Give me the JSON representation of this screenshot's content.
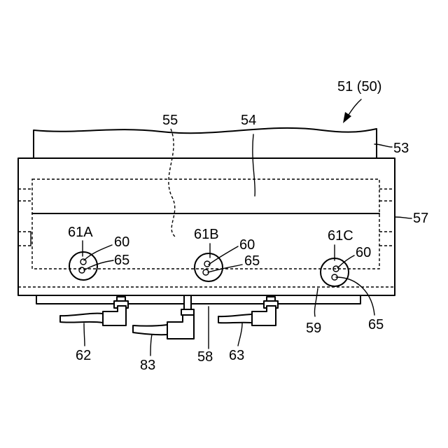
{
  "labels": {
    "assembly": "51 (50)",
    "l53": "53",
    "l54": "54",
    "l55": "55",
    "l57": "57",
    "l58": "58",
    "l59": "59",
    "l61a": "61A",
    "l61b": "61B",
    "l61c": "61C",
    "l60a": "60",
    "l60b": "60",
    "l60c": "60",
    "l65a": "65",
    "l65b": "65",
    "l65c": "65",
    "l62": "62",
    "l63": "63",
    "l83": "83"
  }
}
